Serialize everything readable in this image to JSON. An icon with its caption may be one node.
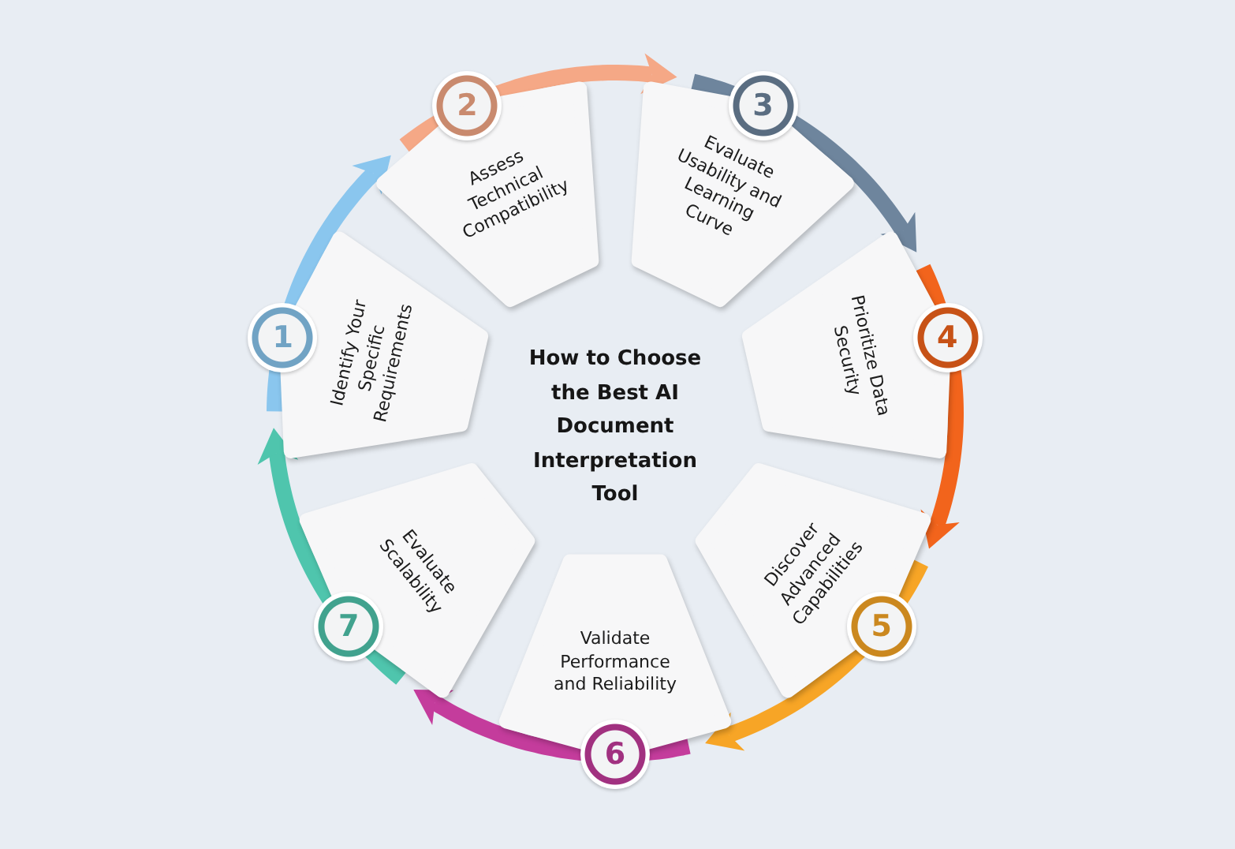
{
  "diagram": {
    "title": "How to Choose the Best AI Document Interpretation Tool",
    "nodes": [
      {
        "text": [
          "1",
          "Identify Your Specific Requirements"
        ]
      },
      {
        "text": [
          "2",
          "Assess Technical Compatibility"
        ]
      },
      {
        "text": [
          "3",
          "Evaluate Usability and Learning Curve"
        ]
      },
      {
        "text": [
          "4",
          "Prioritize Data Security"
        ]
      },
      {
        "text": [
          "5",
          "Discover Advanced Capabilities"
        ]
      },
      {
        "text": [
          "Validate Performance and Reliability",
          "6"
        ]
      },
      {
        "text": [
          "7",
          "Evaluate Scalability"
        ]
      }
    ],
    "edges": [
      {
        "from": 0,
        "to": 1,
        "arrow": "to",
        "color": "#8ac6ee"
      },
      {
        "from": 1,
        "to": 2,
        "arrow": "to",
        "color": "#f5a886"
      },
      {
        "from": 2,
        "to": 3,
        "arrow": "to",
        "color": "#6e859d"
      },
      {
        "from": 3,
        "to": 4,
        "arrow": "to",
        "color": "#f2641c"
      },
      {
        "from": 4,
        "to": 5,
        "arrow": "to",
        "color": "#f7a526"
      },
      {
        "from": 5,
        "to": 6,
        "arrow": "to",
        "color": "#c43c9c"
      },
      {
        "from": 6,
        "to": 0,
        "arrow": "to",
        "color": "#4fc5ad"
      }
    ]
  }
}
